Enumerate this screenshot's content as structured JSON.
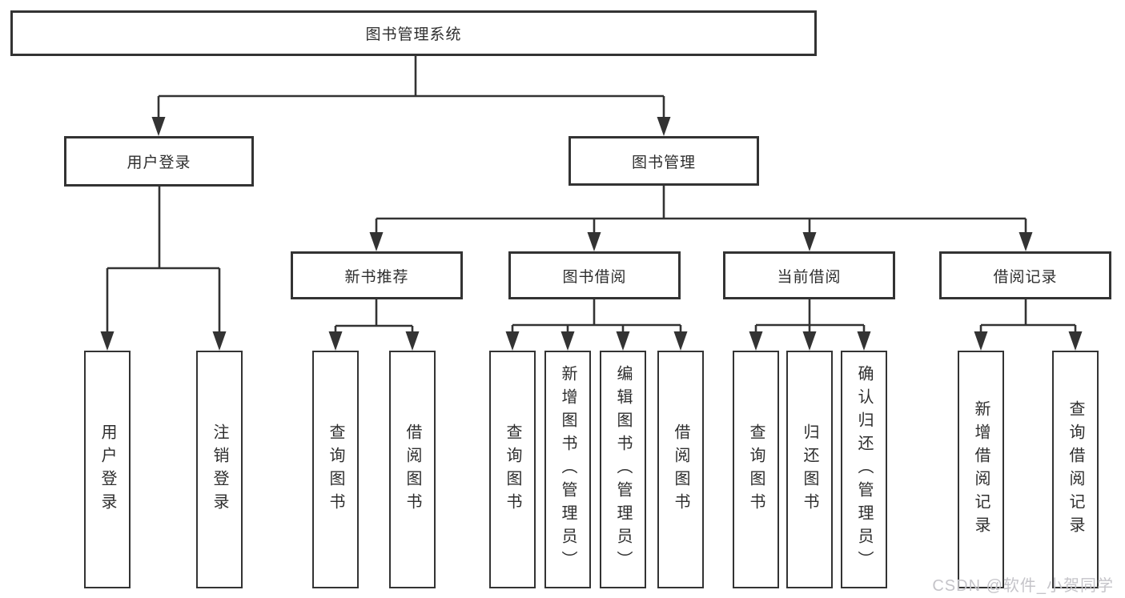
{
  "diagram": {
    "root": {
      "label": "图书管理系统"
    },
    "level2": [
      {
        "label": "用户登录"
      },
      {
        "label": "图书管理"
      }
    ],
    "level3": [
      {
        "label": "新书推荐"
      },
      {
        "label": "图书借阅"
      },
      {
        "label": "当前借阅"
      },
      {
        "label": "借阅记录"
      }
    ],
    "leaves": {
      "user_login": [
        "用户登录",
        "注销登录"
      ],
      "new_books": [
        "查询图书",
        "借阅图书"
      ],
      "book_borrow": [
        "查询图书",
        "新增图书（管理员）",
        "编辑图书（管理员）",
        "借阅图书"
      ],
      "current_borrow": [
        "查询图书",
        "归还图书",
        "确认归还（管理员）"
      ],
      "borrow_records": [
        "新增借阅记录",
        "查询借阅记录"
      ]
    }
  },
  "watermark": {
    "text": "CSDN @软件_小贺同学"
  },
  "colors": {
    "line": "#333333",
    "text": "#2e2e2e",
    "watermark": "#c5c4c9",
    "background": "#ffffff"
  }
}
